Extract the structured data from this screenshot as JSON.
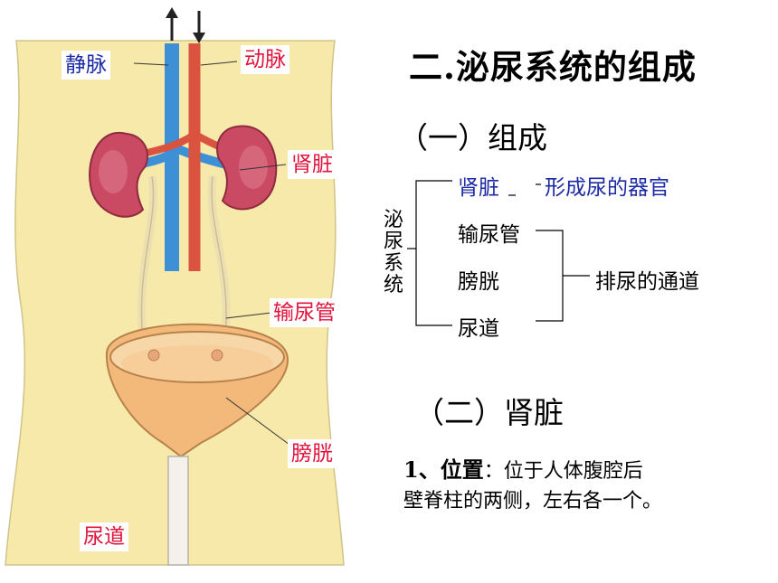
{
  "figure": {
    "labels": {
      "vein": "静脉",
      "artery": "动脉",
      "kidney": "肾脏",
      "ureter": "输尿管",
      "bladder": "膀胱",
      "urethra": "尿道"
    }
  },
  "slide": {
    "title": "二.泌尿系统的组成",
    "section1": "（一）组成",
    "system_label": [
      "泌",
      "尿",
      "系",
      "统"
    ],
    "organs": [
      "肾脏",
      "输尿管",
      "膀胱",
      "尿道"
    ],
    "kidney_role": "形成尿的器官",
    "passage_role": "排尿的通道",
    "section2": "（二）肾脏",
    "position_heading": "1、位置",
    "position_text_line1": "：位于人体腹腔后",
    "position_text_line2": "壁脊柱的两侧，左右各一个。"
  },
  "colors": {
    "skin": "#f7e9a9",
    "vein": "#3d8fd6",
    "artery": "#d9533e",
    "kidney": "#c94a62",
    "blue_label": "#1c2aa6",
    "red_label": "#e0143c",
    "bladder": "#f2b97a"
  }
}
